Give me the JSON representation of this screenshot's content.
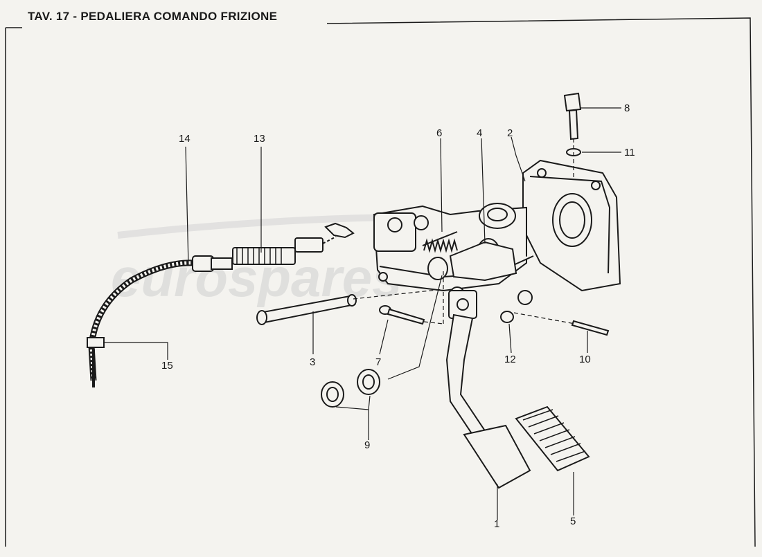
{
  "title": "TAV. 17 - PEDALIERA COMANDO FRIZIONE",
  "watermark": "eurospares",
  "callouts": {
    "c1": "1",
    "c2": "2",
    "c3": "3",
    "c4": "4",
    "c5": "5",
    "c6": "6",
    "c7": "7",
    "c8": "8",
    "c9": "9",
    "c10": "10",
    "c11": "11",
    "c12": "12",
    "c13": "13",
    "c14": "14",
    "c15": "15"
  },
  "colors": {
    "ink": "#1a1a1a",
    "paper": "#f4f3ef",
    "watermark": "#c9c9c9"
  }
}
